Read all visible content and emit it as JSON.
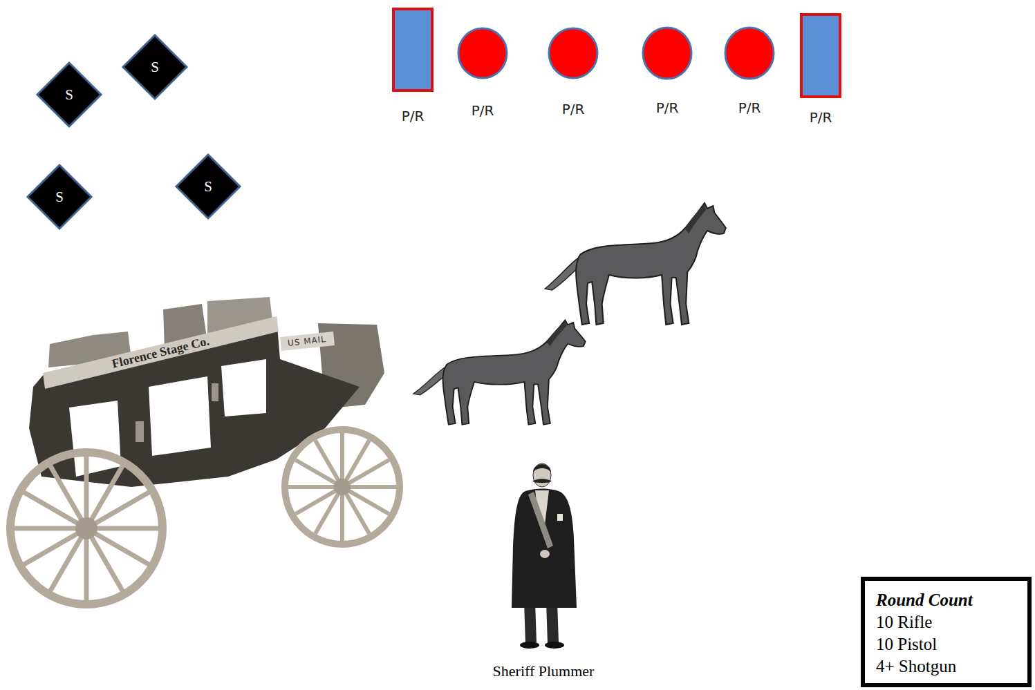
{
  "diagram": {
    "nodes": [
      {
        "text": [
          "S"
        ]
      },
      {
        "text": [
          "S"
        ]
      },
      {
        "text": [
          "S"
        ]
      },
      {
        "text": [
          "S"
        ]
      },
      {
        "text": [
          "P/R"
        ]
      },
      {
        "text": [
          "P/R"
        ]
      },
      {
        "text": [
          "P/R"
        ]
      },
      {
        "text": [
          "P/R"
        ]
      },
      {
        "text": [
          "P/R"
        ]
      },
      {
        "text": [
          "P/R"
        ]
      },
      {
        "text": [
          "Round Count",
          "10 Rifle",
          "10 Pistol",
          "4+ Shotgun"
        ]
      }
    ],
    "labels": [
      "Florence Stage Co.",
      "US MAIL",
      "Sheriff Plummer"
    ]
  }
}
